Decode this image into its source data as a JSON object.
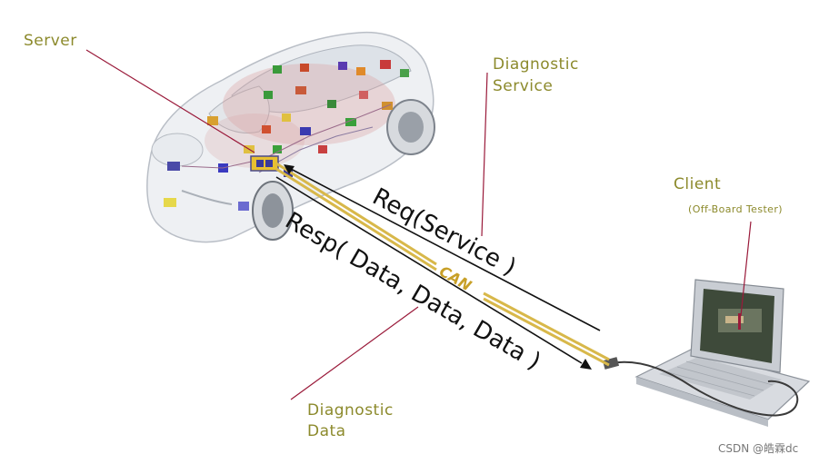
{
  "labels": {
    "server": "Server",
    "diagnostic_service_line1": "Diagnostic",
    "diagnostic_service_line2": "Service",
    "client": "Client",
    "client_sub": "(Off-Board Tester)",
    "diagnostic_data_line1": "Diagnostic",
    "diagnostic_data_line2": "Data"
  },
  "messages": {
    "request": "Req(Service )",
    "response": "Resp( Data, Data, Data )"
  },
  "bus": {
    "name": "CAN"
  },
  "watermark": "CSDN @皓霖dc",
  "colors": {
    "label": "#8c8a2c",
    "leader_line": "#9a1a3a",
    "bus": "#d8b84a",
    "arrow": "#111111"
  },
  "icons": {
    "car": "transparent-car-icon",
    "laptop": "laptop-tester-icon"
  }
}
